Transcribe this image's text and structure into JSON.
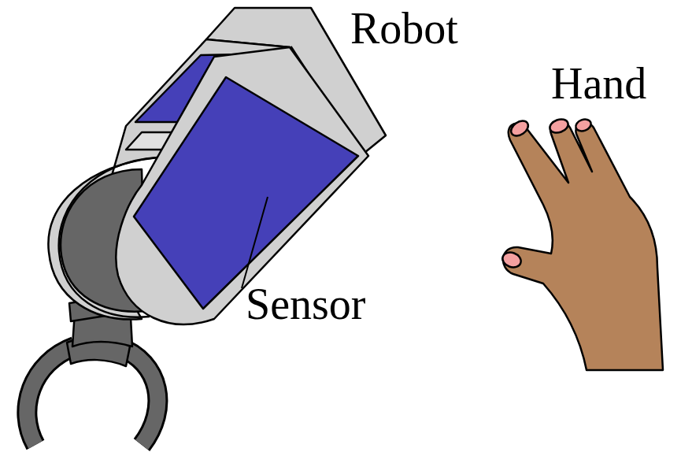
{
  "diagram": {
    "labels": [
      "Robot",
      "Hand",
      "Sensor"
    ]
  }
}
